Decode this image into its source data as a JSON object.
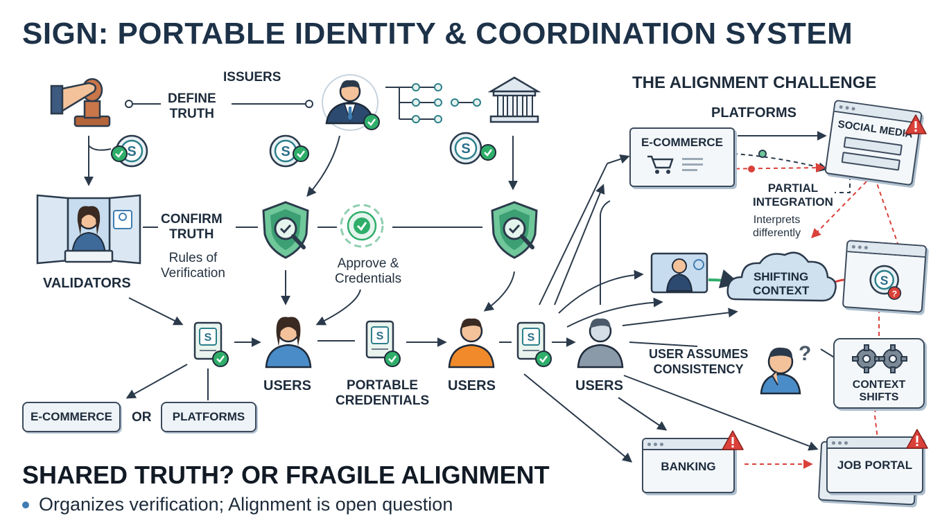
{
  "title": "SIGN: PORTABLE IDENTITY & COORDINATION SYSTEM",
  "labels": {
    "issuers": "ISSUERS",
    "define_truth": [
      "DEFINE",
      "TRUTH"
    ],
    "confirm_truth": [
      "CONFIRM",
      "TRUTH"
    ],
    "rules_of_verification": [
      "Rules of",
      "Verification"
    ],
    "approve_credentials": [
      "Approve &",
      "Credentials"
    ],
    "validators": "VALIDATORS",
    "users": "USERS",
    "portable_credentials": [
      "PORTABLE",
      "CREDENTIALS"
    ],
    "e_commerce": "E-COMMERCE",
    "or": "OR",
    "platforms": "PLATFORMS"
  },
  "right": {
    "heading": "THE ALIGNMENT CHALLENGE",
    "platforms": "PLATFORMS",
    "e_commerce": "E-COMMERCE",
    "social_media": "SOCIAL MEDIA",
    "partial_integration": [
      "PARTIAL",
      "INTEGRATION"
    ],
    "interprets_differently": [
      "Interprets",
      "differently"
    ],
    "shifting_context": [
      "SHIFTING",
      "CONTEXT"
    ],
    "user_assumes": [
      "USER ASSUMES",
      "CONSISTENCY"
    ],
    "context_shifts": [
      "CONTEXT",
      "SHIFTS"
    ],
    "banking": "BANKING",
    "job_portal": "JOB PORTAL",
    "users": "USERS"
  },
  "footer": {
    "headline": "SHARED TRUTH? OR FRAGILE ALIGNMENT",
    "bullet": "Organizes verification; Alignment is open question"
  },
  "icons": [
    "stamp-hand-icon",
    "issuer-person-icon",
    "bank-icon",
    "sign-coin-icon",
    "validator-person-icon",
    "shield-magnifier-icon",
    "approval-cycle-icon",
    "credential-doc-icon",
    "user-icon",
    "cart-icon",
    "warning-icon",
    "gear-icon",
    "cloud-icon",
    "confused-person-icon"
  ],
  "colors": {
    "navy": "#1d3248",
    "line": "#3b4a5c",
    "green": "#2fae6a",
    "teal": "#2b7f8a",
    "red": "#d9413a",
    "orange": "#f08a2a",
    "blue": "#4a8cc7"
  }
}
